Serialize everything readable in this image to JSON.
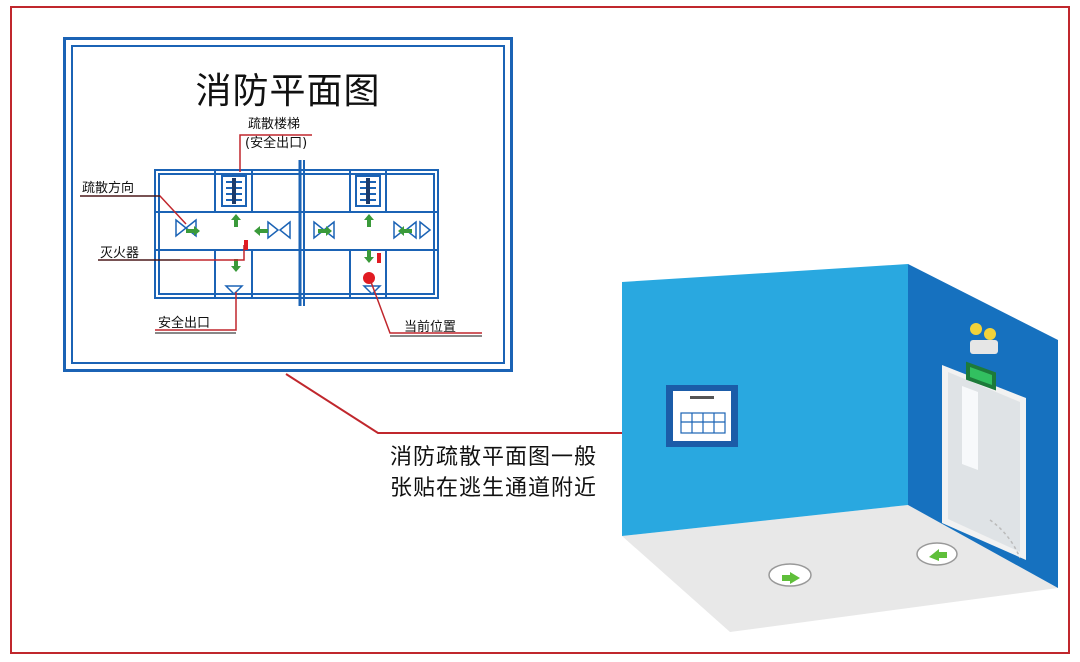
{
  "plan": {
    "title": "消防平面图",
    "labels": {
      "stairs_line1": "疏散楼梯",
      "stairs_line2": "(安全出口)",
      "direction": "疏散方向",
      "extinguisher": "灭火器",
      "exit": "安全出口",
      "current_position": "当前位置"
    }
  },
  "caption": {
    "line1": "消防疏散平面图一般",
    "line2": "张贴在逃生通道附近"
  },
  "colors": {
    "frame": "#c0272d",
    "wall_blue": "#1b63b5",
    "room_wall_front": "#29a8e0",
    "room_wall_side": "#1671bf",
    "arrow_green": "#3a9a3a",
    "marker_red": "#e11b22"
  }
}
